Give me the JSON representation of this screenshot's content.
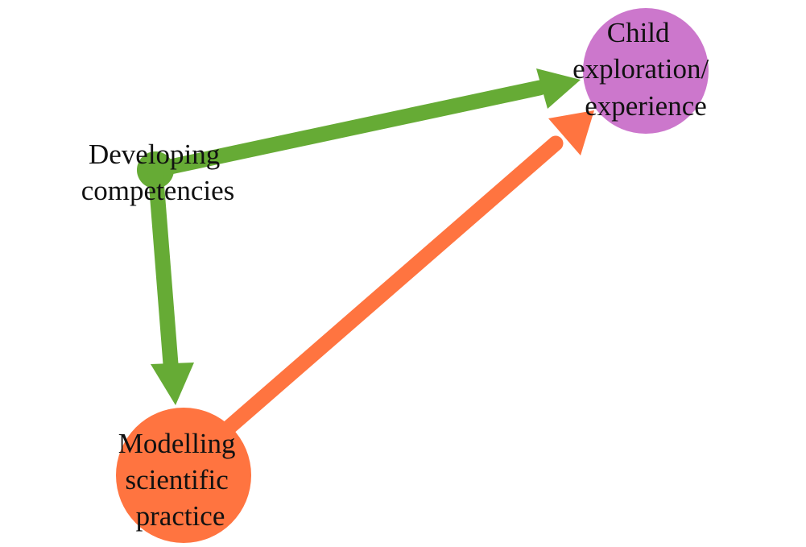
{
  "nodes": [
    {
      "id": "child",
      "lines": [
        "Child",
        "exploration/",
        "experience"
      ],
      "color": "#cc77cc"
    },
    {
      "id": "developing",
      "lines": [
        "Developing",
        "competencies"
      ],
      "color": "#66ab35"
    },
    {
      "id": "modelling",
      "lines": [
        "Modelling",
        "scientific",
        "practice"
      ],
      "color": "#ff7440"
    }
  ],
  "edges": [
    {
      "from": "Developing competencies",
      "to": "Child exploration/ experience",
      "color": "#66ab35"
    },
    {
      "from": "Developing competencies",
      "to": "Modelling scientific practice",
      "color": "#66ab35"
    },
    {
      "from": "Modelling scientific practice",
      "to": "Child exploration/ experience",
      "color": "#ff7440"
    }
  ]
}
